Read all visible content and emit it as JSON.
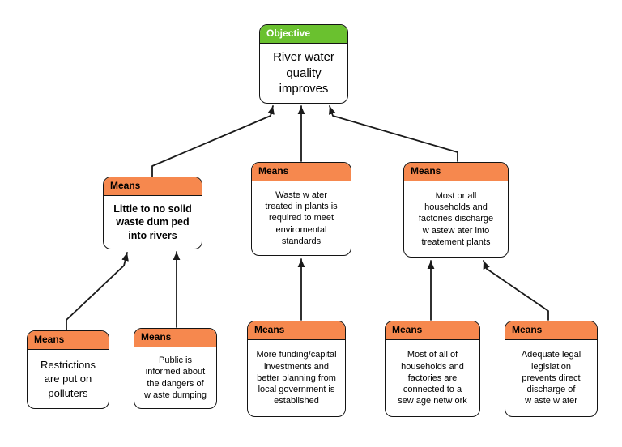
{
  "colors": {
    "objective_header": "#6AC12F",
    "objective_header_text": "#FFFFFF",
    "means_header": "#F6884E",
    "means_header_text": "#000000",
    "node_border": "#141414",
    "connector": "#1A1A1A",
    "background": "#FFFFFF"
  },
  "nodes": {
    "objective": {
      "label": "Objective",
      "text": "River water\nquality\nimproves"
    },
    "solid_waste": {
      "label": "Means",
      "text": "Little to no solid\nwaste dum ped\ninto rivers"
    },
    "treatment_standards": {
      "label": "Means",
      "text": "Waste w ater\ntreated in plants is\nrequired to meet\nenviromental\nstandards"
    },
    "discharge_plants": {
      "label": "Means",
      "text": "Most or all\nhouseholds and\nfactories discharge\nw astew ater into\ntreatement plants"
    },
    "restrictions": {
      "label": "Means",
      "text": "Restrictions\nare put on\npolluters"
    },
    "public_informed": {
      "label": "Means",
      "text": "Public is\ninformed about\nthe dangers of\nw aste dumping"
    },
    "funding_planning": {
      "label": "Means",
      "text": "More funding/capital\ninvestments and\nbetter planning from\nlocal government is\nestablished"
    },
    "sewage_network": {
      "label": "Means",
      "text": "Most of all of\nhouseholds and\nfactories are\nconnected to a\nsew age netw ork"
    },
    "legislation": {
      "label": "Means",
      "text": "Adequate legal\nlegislation\nprevents direct\ndischarge of\nw aste w ater"
    }
  },
  "edges": [
    {
      "from": "solid_waste",
      "to": "objective"
    },
    {
      "from": "treatment_standards",
      "to": "objective"
    },
    {
      "from": "discharge_plants",
      "to": "objective"
    },
    {
      "from": "restrictions",
      "to": "solid_waste"
    },
    {
      "from": "public_informed",
      "to": "solid_waste"
    },
    {
      "from": "funding_planning",
      "to": "treatment_standards"
    },
    {
      "from": "sewage_network",
      "to": "discharge_plants"
    },
    {
      "from": "legislation",
      "to": "discharge_plants"
    }
  ]
}
